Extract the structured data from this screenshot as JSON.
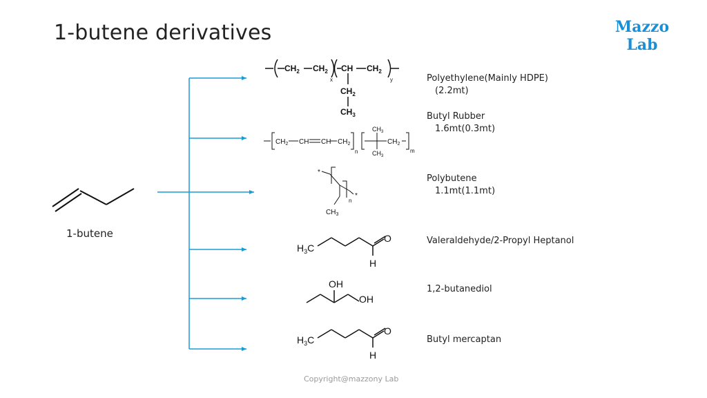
{
  "slide": {
    "title": "1-butene derivatives",
    "brand": {
      "line1": "Mazzo",
      "line2": "Lab",
      "color": "#1b8fd6"
    },
    "start_label": "1-butene",
    "arrow_color": "#1a9bd7",
    "footer": "Copyright@mazzony Lab"
  },
  "products": [
    {
      "name": "Polyethylene(Mainly HDPE)",
      "volume": "(2.2mt)",
      "structure": "-(CH2-CH2)x-(CH-CH2)y- with CH2-CH3 side chain"
    },
    {
      "name": "Butyl Rubber",
      "volume": "1.6mt(0.3mt)",
      "structure": "[CH2-CH=CH-CH2]n[C(CH3)2-CH2]m"
    },
    {
      "name": "Polybutene",
      "volume": "1.1mt(1.1mt)",
      "structure": "poly(1-butene)"
    },
    {
      "name": "Valeraldehyde/2-Propyl Heptanol",
      "volume": "",
      "structure": "H3C-CH2-CH2-CH2-CHO"
    },
    {
      "name": "1,2-butanediol",
      "volume": "",
      "structure": "CH3CH2CH(OH)CH2OH"
    },
    {
      "name": "Butyl mercaptan",
      "volume": "",
      "structure": "H3C-CH2-CH2-CH2-CHO"
    }
  ],
  "structure_labels": {
    "pe": {
      "ch2a": "CH",
      "ch2b": "CH",
      "ch": "CH",
      "ch2c": "CH",
      "sub2": "2",
      "x": "x",
      "y": "y",
      "side_ch2": "CH",
      "side_ch3": "CH",
      "sub3": "3"
    },
    "br": {
      "ch2a": "CH",
      "ch": "CH",
      "ch2": "CH",
      "ch2b": "CH",
      "ch3a": "CH",
      "ch3b": "CH",
      "ch2c": "CH",
      "sub2": "2",
      "sub3": "3",
      "n": "n",
      "m": "m"
    },
    "pb": {
      "star": "*",
      "n": "n",
      "ch3": "CH",
      "sub3": "3"
    },
    "ald": {
      "h3c": "H",
      "c": "C",
      "sub3": "3",
      "o": "O",
      "h": "H"
    },
    "diol": {
      "oh1": "OH",
      "oh2": "OH"
    },
    "ald2": {
      "h3c": "H",
      "c": "C",
      "sub3": "3",
      "o": "O",
      "h": "H"
    }
  }
}
